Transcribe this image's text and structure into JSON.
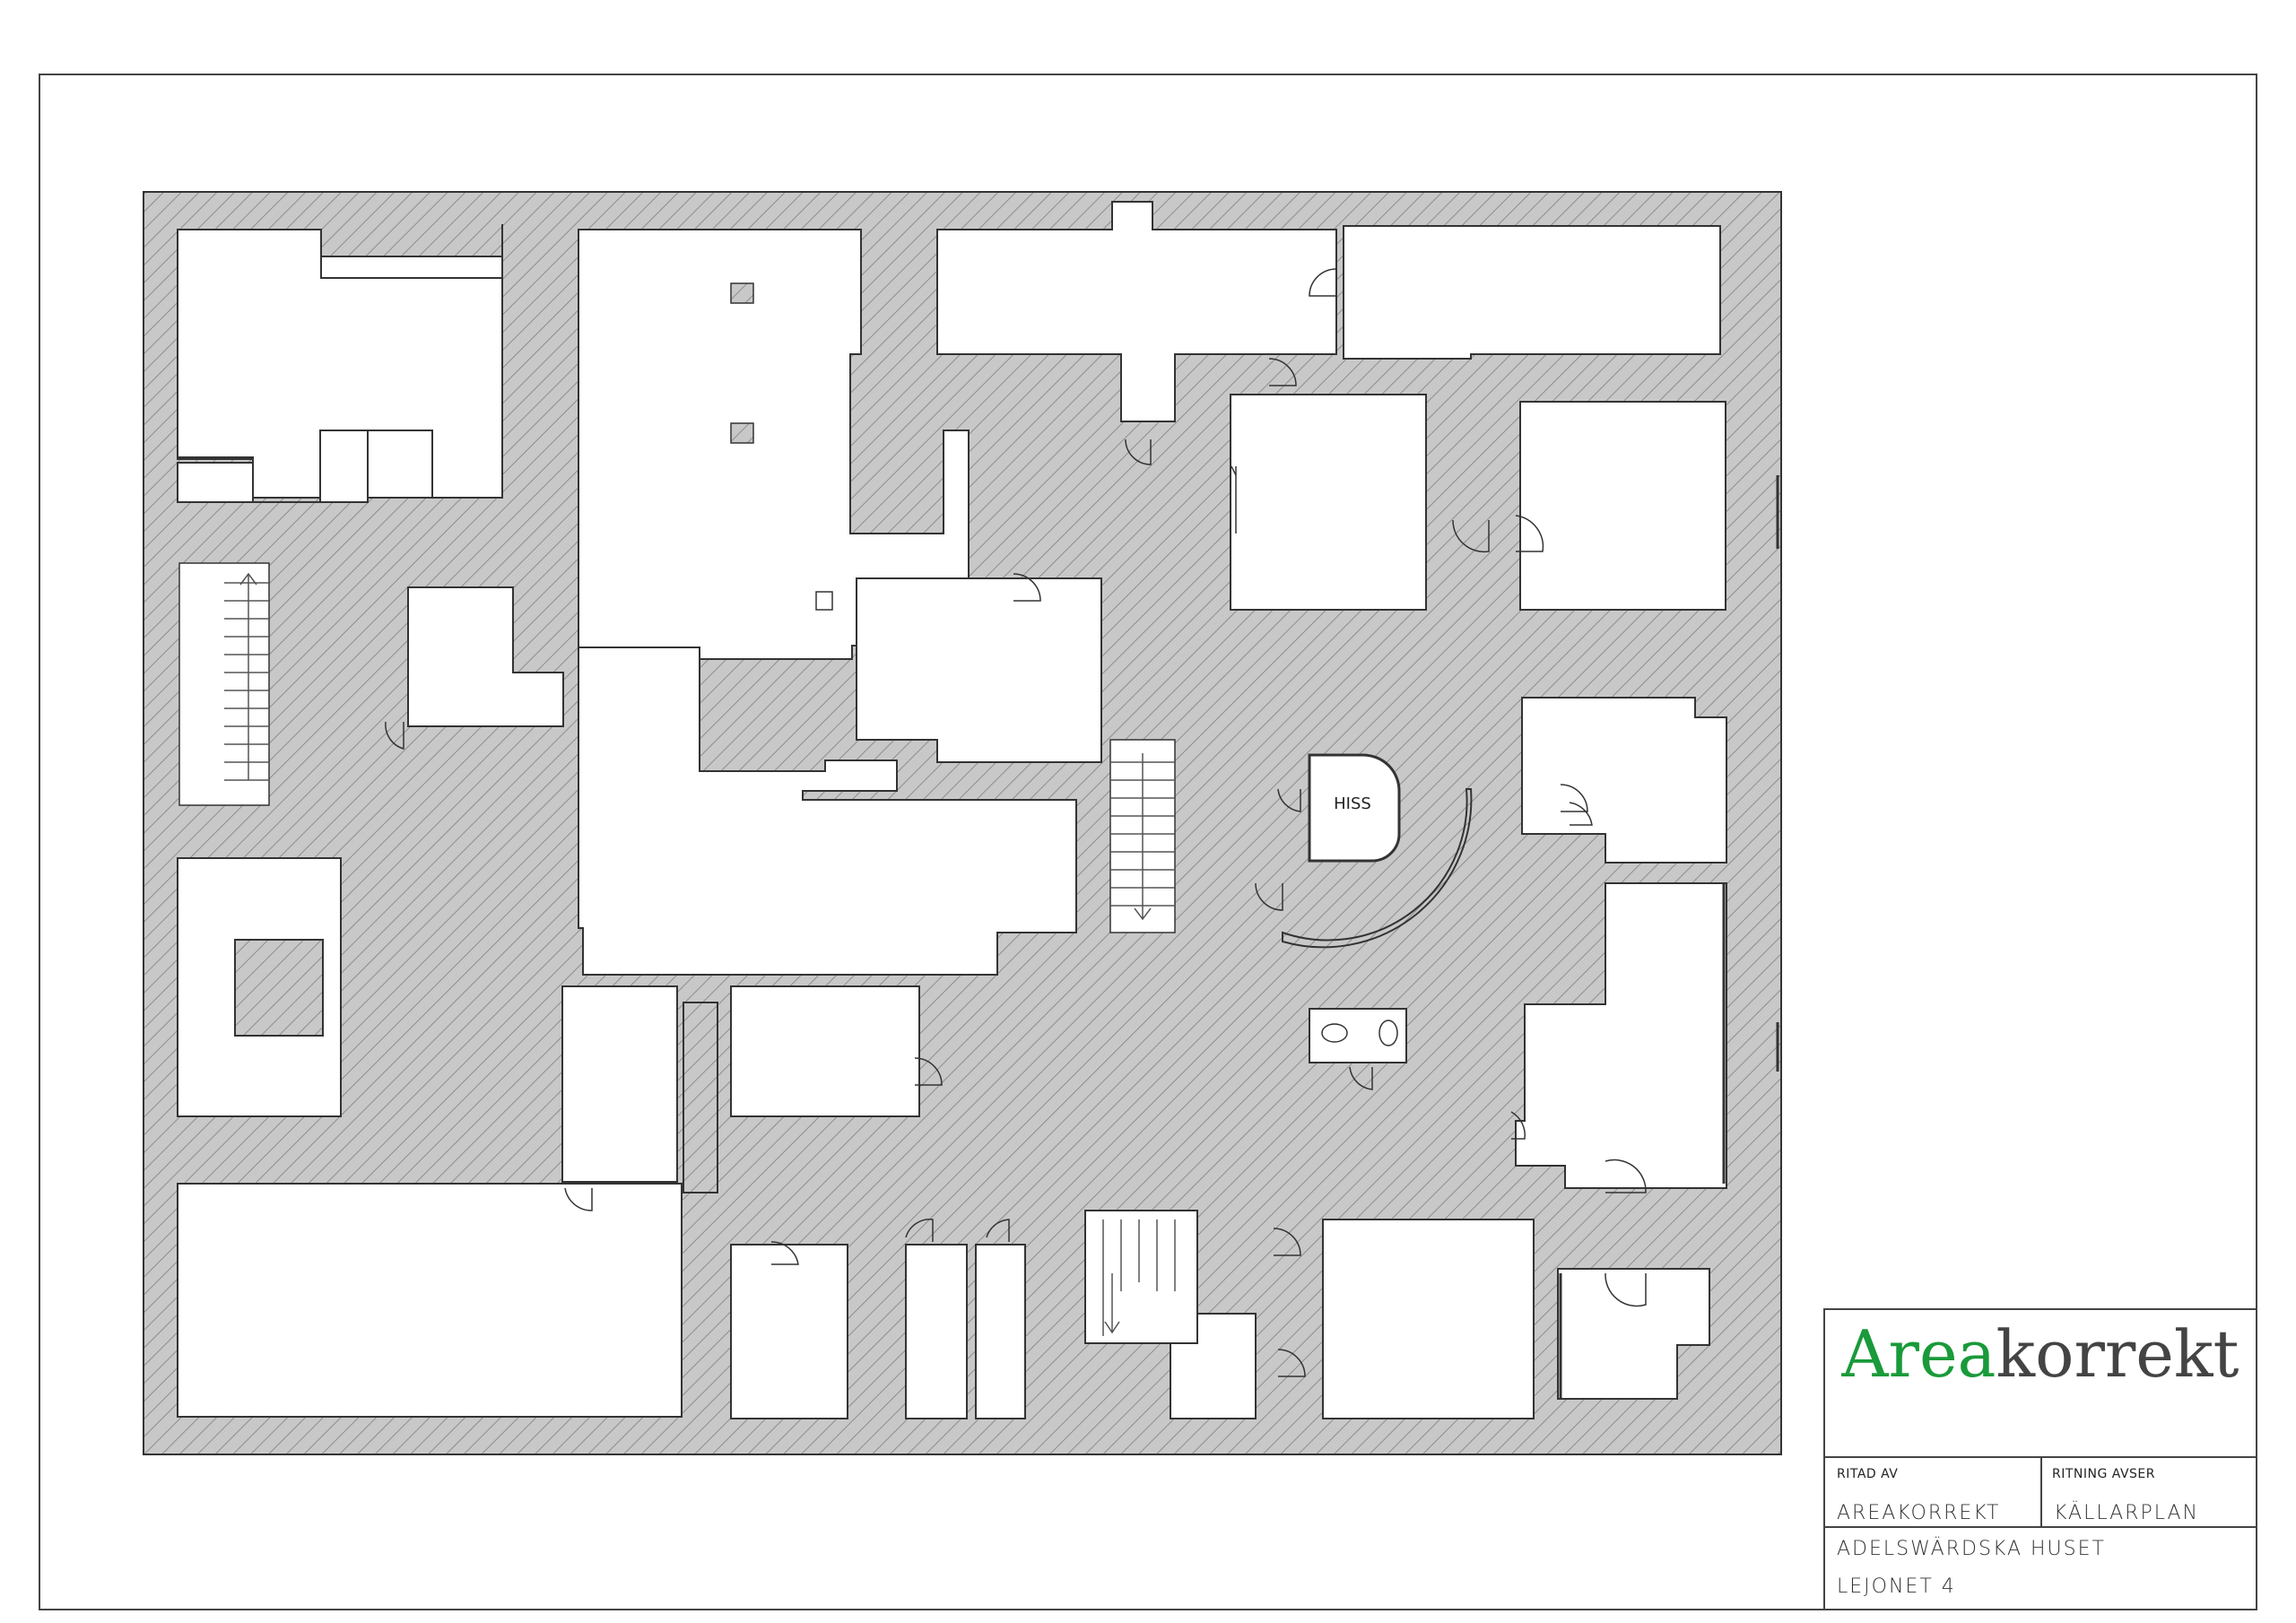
{
  "drawing": {
    "elevator_label": "HISS"
  },
  "title_block": {
    "logo_part1": "Area",
    "logo_part2": "korrekt",
    "drawn_by_label": "RITAD AV",
    "drawn_by_value": "AREAKORREKT",
    "drawing_of_label": "RITNING AVSER",
    "drawing_of_value": "KÄLLARPLAN",
    "building": "ADELSWÄRDSKA HUSET",
    "property": "LEJONET 4"
  },
  "colors": {
    "wall_fill": "#c8c8c8",
    "hatch": "#8a8a8a",
    "line": "#333333",
    "logo_green": "#1a9a3a",
    "logo_gray": "#444444"
  }
}
